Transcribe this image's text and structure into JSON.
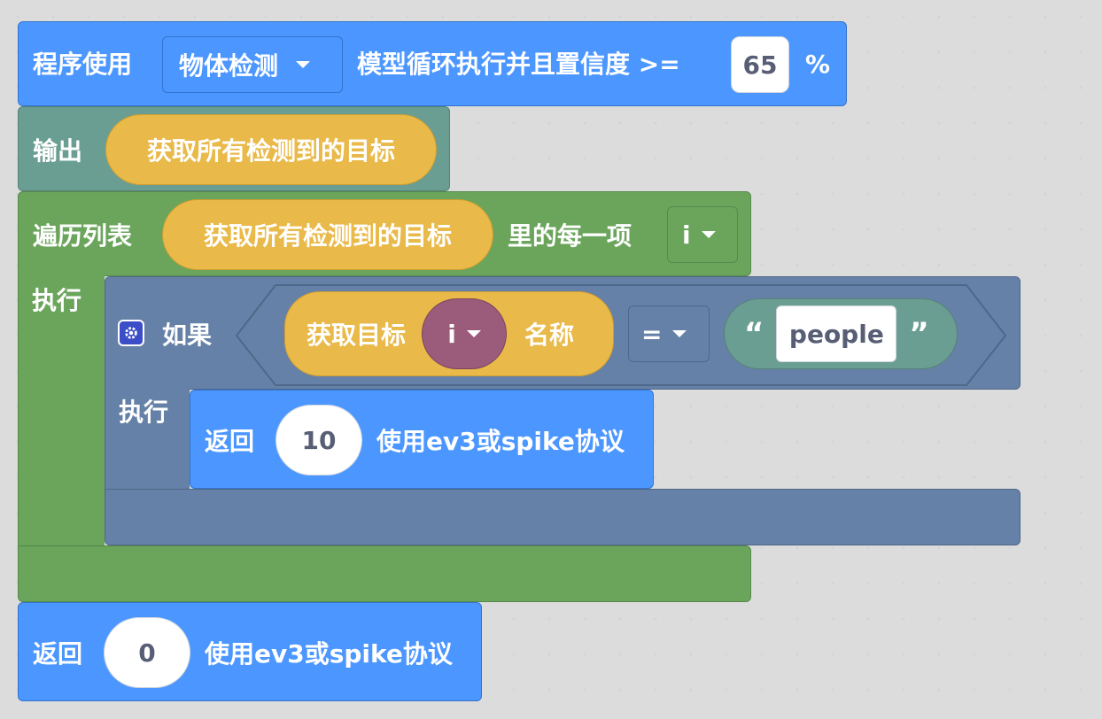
{
  "block_run_model": {
    "prefix": "程序使用",
    "model_dropdown": "物体检测",
    "middle": "模型循环执行并且置信度 >=",
    "confidence_value": "65",
    "suffix": "%"
  },
  "block_output": {
    "label": "输出",
    "reporter": "获取所有检测到的目标"
  },
  "block_foreach": {
    "prefix": "遍历列表",
    "reporter": "获取所有检测到的目标",
    "middle": "里的每一项",
    "var_dropdown": "i",
    "do_label": "执行"
  },
  "block_if": {
    "label": "如果",
    "get_target": "获取目标",
    "var_dropdown": "i",
    "property": "名称",
    "operator": "=",
    "open_quote": "“",
    "string_value": "people",
    "close_quote": "”",
    "do_label": "执行"
  },
  "block_return_inner": {
    "prefix": "返回",
    "value": "10",
    "suffix": "使用ev3或spike协议"
  },
  "block_return_outer": {
    "prefix": "返回",
    "value": "0",
    "suffix": "使用ev3或spike协议"
  },
  "colors": {
    "motion_blue": "#4c97ff",
    "output_teal": "#6a9e92",
    "loop_green": "#6ba55c",
    "control_slate": "#6681a7",
    "reporter_orange": "#e9b949",
    "variable_plum": "#9b5b7b"
  }
}
